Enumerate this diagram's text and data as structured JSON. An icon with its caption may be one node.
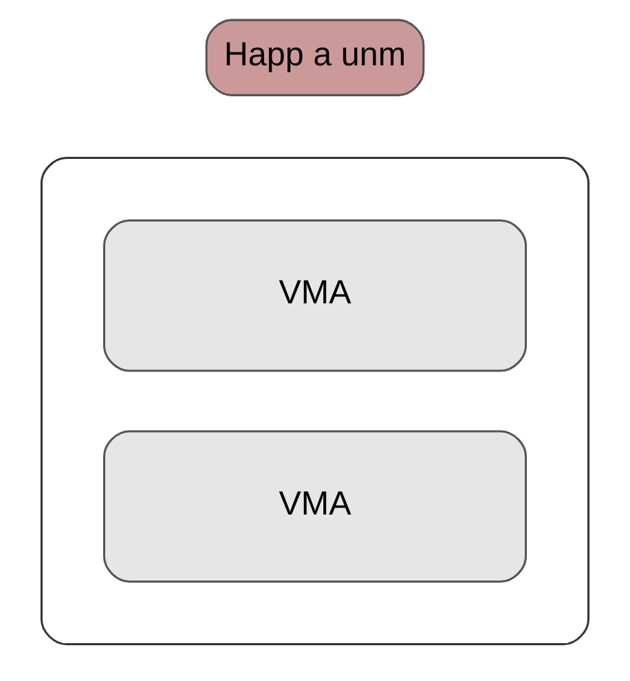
{
  "diagram": {
    "nodes": [
      {
        "text": [],
        "shape": "box"
      },
      {
        "text": [
          "VMA"
        ],
        "in": 0
      },
      {
        "text": [
          "VMA"
        ],
        "in": 0
      },
      {
        "text": [
          "Happ a unm"
        ]
      }
    ],
    "edges": []
  }
}
